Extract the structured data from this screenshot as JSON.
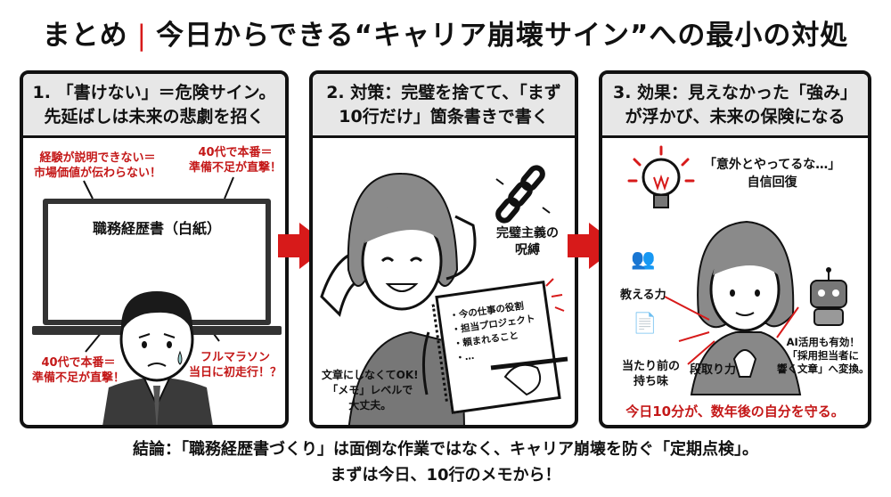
{
  "title": {
    "prefix": "まとめ",
    "separator": "|",
    "main": "今日からできる“キャリア崩壊サイン”への最小の対処"
  },
  "panels": [
    {
      "heading_line1": "1. 「書けない」＝危険サイン。",
      "heading_line2": "先延ばしは未来の悲劇を招く",
      "note_top_left": [
        "経験が説明できない＝",
        "市場価値が伝わらない！"
      ],
      "note_top_right": [
        "40代で本番＝",
        "準備不足が直撃！"
      ],
      "board_title": "職務経歴書（白紙）",
      "note_bottom_left": [
        "40代で本番＝",
        "準備不足が直撃！"
      ],
      "note_bottom_right": [
        "フルマラソン",
        "当日に初走行！？"
      ]
    },
    {
      "heading_line1": "2. 対策：完璧を捨てて、「まず",
      "heading_line2": "10行だけ」箇条書きで書く",
      "chain_label": [
        "完璧主義の",
        "呪縛"
      ],
      "memo_items": [
        "・今の仕事の役割",
        "・担当プロジェクト",
        "・頼まれること",
        "・…"
      ],
      "note_bottom_left": [
        "文章にしなくてOK!",
        "「メモ」レベルで",
        "大丈夫。"
      ]
    },
    {
      "heading_line1": "3. 効果：見えなかった「強み」",
      "heading_line2": "が浮かび、未来の保険になる",
      "confidence_note": [
        "「意外とやってるな…」",
        "自信回復"
      ],
      "label_teach": "教える力",
      "label_taste": [
        "当たり前の",
        "持ち味"
      ],
      "label_plan": "段取り力",
      "ai_note": [
        "AI活用も有効！",
        "「採用担当者に",
        "響く文章」へ変換。"
      ],
      "footer": "今日10分が、数年後の自分を守る。"
    }
  ],
  "conclusion": {
    "line1": "結論：「職務経歴書づくり」は面倒な作業ではなく、キャリア崩壊を防ぐ「定期点検」。",
    "line2": "まずは今日、10行のメモから！"
  },
  "colors": {
    "accent_red": "#d71a1a",
    "header_gray": "#e7e7e7",
    "ink": "#111111"
  }
}
